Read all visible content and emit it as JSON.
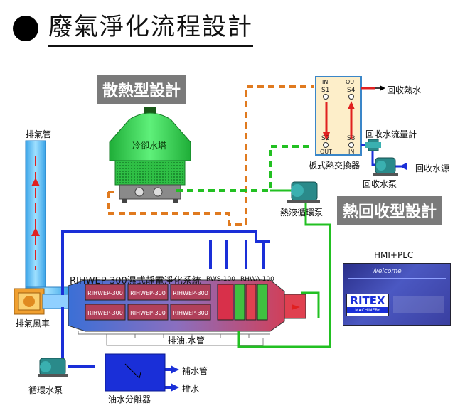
{
  "title": "廢氣淨化流程設計",
  "banners": {
    "cooling": "散熱型設計",
    "recovery": "熱回收型設計"
  },
  "labels": {
    "exhaust_pipe": "排氣管",
    "cooling_tower": "冷卻水塔",
    "plate_hx": "板式熱交換器",
    "hot_water_out": "回收熱水",
    "recovery_flow_meter": "回收水流量計",
    "recovery_water_source": "回收水源",
    "recovery_pump": "回收水泵",
    "thermal_pump": "熱液循環泵",
    "hmi_plc": "HMI+PLC",
    "system_name": "RIHWEP-300濕式靜電淨化系統",
    "rws": "RWS-100",
    "rhwa": "RHWA-100",
    "exhaust_fan": "排氣風車",
    "drain_label": "排油,水管",
    "circ_pump": "循環水泵",
    "makeup_pipe": "補水管",
    "drain_water": "排水",
    "separator": "油水分離器"
  },
  "hx_ports": {
    "in_top": "IN",
    "out_top": "OUT",
    "s1": "S1",
    "s4": "S4",
    "s2": "S2",
    "s3": "S3",
    "out_bottom": "OUT",
    "in_bottom": "IN"
  },
  "modules": [
    "RIHWEP-300",
    "RIHWEP-300",
    "RIHWEP-300",
    "RIHWEP-300",
    "RIHWEP-300",
    "RIHWEP-300"
  ],
  "hmi_screen": {
    "welcome": "Welcome",
    "brand": "RITEX",
    "brand_sub": "MACHINERY"
  },
  "colors": {
    "hot_line": "#e07a1f",
    "green_line": "#22c022",
    "blue_line": "#1a2fd8",
    "tower_green": "#2ed24a",
    "exhaust_pipe": "#6fc8ff"
  }
}
